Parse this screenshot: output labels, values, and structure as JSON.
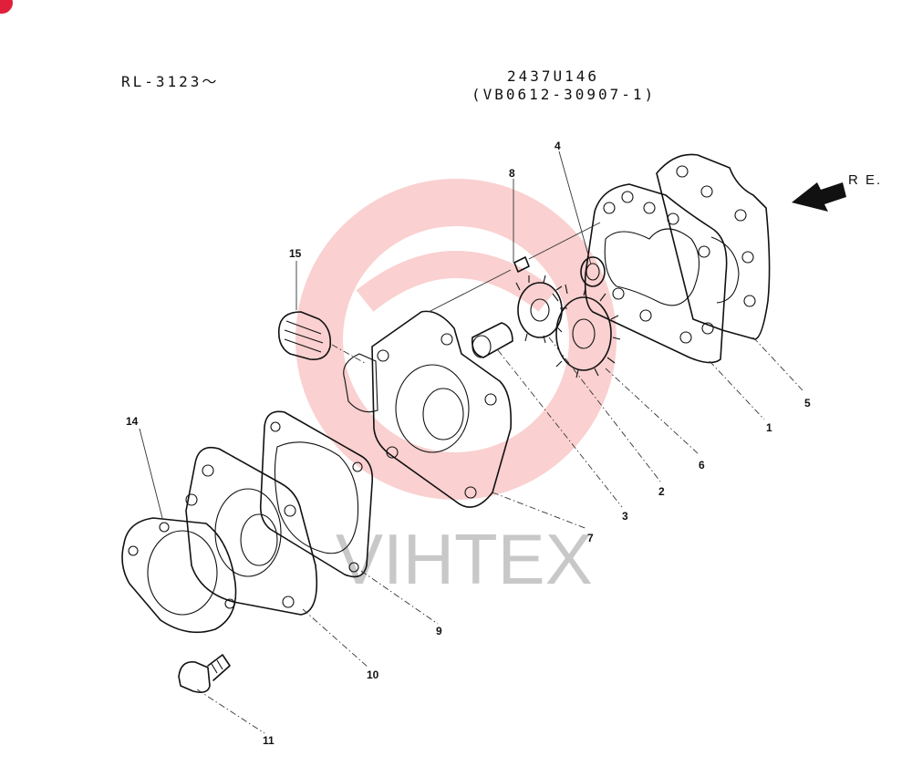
{
  "header": {
    "model_range": "RL-3123〜",
    "part_number": "2437U146",
    "sub_number": "(VB0612-30907-1)"
  },
  "direction": {
    "label": "R E."
  },
  "watermark": {
    "text": "VIHTEX",
    "color": "#f05a5a"
  },
  "callouts": {
    "c1": "1",
    "c2": "2",
    "c3": "3",
    "c4": "4",
    "c5": "5",
    "c6": "6",
    "c7": "7",
    "c8": "8",
    "c9": "9",
    "c10": "10",
    "c11": "11",
    "c14": "14",
    "c15": "15"
  }
}
